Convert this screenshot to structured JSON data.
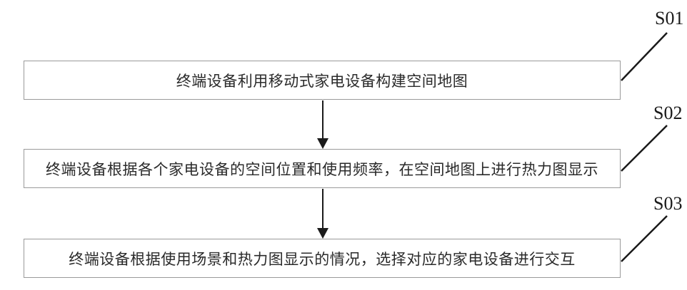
{
  "figure": {
    "type": "flowchart",
    "steps": [
      {
        "id": "S01",
        "text": "终端设备利用移动式家电设备构建空间地图"
      },
      {
        "id": "S02",
        "text": "终端设备根据各个家电设备的空间位置和使用频率，在空间地图上进行热力图显示"
      },
      {
        "id": "S03",
        "text": "终端设备根据使用场景和热力图显示的情况，选择对应的家电设备进行交互"
      }
    ],
    "colors": {
      "box_border": "#9a9a9a",
      "line": "#1a1a1a",
      "text": "#2a2a2a",
      "background": "#ffffff"
    }
  }
}
